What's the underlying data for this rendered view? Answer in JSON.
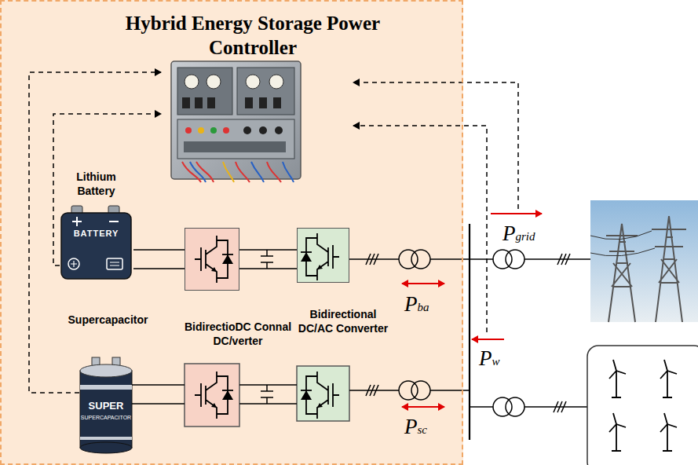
{
  "diagram": {
    "nodes": [
      {
        "text": [
          "Hybrid Energy Storage Power Controller"
        ]
      },
      {
        "text": [
          "Lithium Battery",
          "BATTERY"
        ],
        "in": 0
      },
      {
        "text": [
          "Supercapacitor",
          "SUPER",
          "SUPERCAPACITOR"
        ],
        "in": 0
      },
      {
        "text": [
          "BidirectioDC Connal DC/verter"
        ],
        "in": 0
      },
      {
        "text": [
          "Bidirectional DC/AC Converter"
        ],
        "in": 0
      }
    ],
    "edges": [
      {
        "from": 1,
        "to": 3,
        "arrow": "none"
      },
      {
        "from": 3,
        "to": 4,
        "arrow": "none"
      }
    ],
    "labels": [
      "Pgrid",
      "Pba",
      "Pw",
      "Psc"
    ]
  }
}
